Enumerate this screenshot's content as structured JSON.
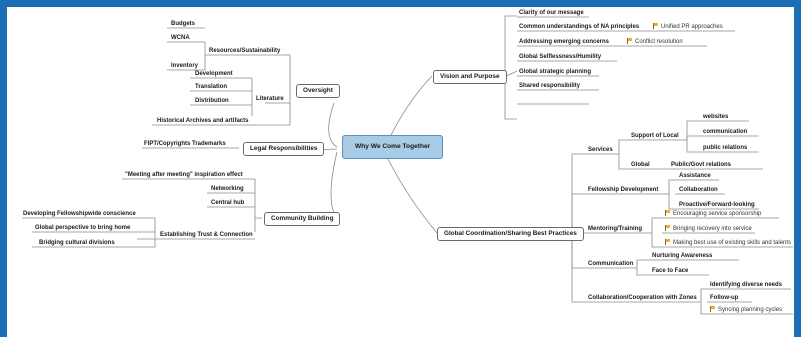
{
  "central": "Why We Come Together",
  "branches": {
    "oversight": {
      "label": "Oversight",
      "resources": {
        "label": "Resources/Sustainability",
        "items": [
          "Budgets",
          "WCNA",
          "Inventory"
        ]
      },
      "literature": {
        "label": "Literature",
        "items": [
          "Development",
          "Translation",
          "Distribution"
        ]
      },
      "archives": "Historical Archives and artifacts"
    },
    "legal": {
      "label": "Legal Responsibilities",
      "items": [
        "FIPT/Copyrights Trademarks"
      ]
    },
    "community": {
      "label": "Community Building",
      "items": [
        "\"Meeting after meeting\" inspiration effect",
        "Networking",
        "Central hub"
      ],
      "trust": {
        "label": "Establishing Trust & Connection",
        "items": [
          "Developing Fellowshipwide conscience",
          "Global perspective to bring home",
          "Bridging cultural divisions"
        ]
      }
    },
    "vision": {
      "label": "Vision and Purpose",
      "items": [
        "Clarity of our message",
        "Common understandings of NA principles",
        "Addressing emerging concerns",
        "Global Selflessness/Humility",
        "Global strategic planning",
        "Shared responsibility"
      ],
      "flags": [
        "Unified PR approaches",
        "Conflict resolution"
      ]
    },
    "global": {
      "label": "Global Coordination/Sharing Best Practices",
      "services": {
        "label": "Services",
        "support": {
          "label": "Support of Local",
          "items": [
            "websites",
            "communication",
            "public relations"
          ]
        },
        "global": {
          "label": "Global",
          "items": [
            "Public/Govt relations"
          ]
        }
      },
      "fellowship": {
        "label": "Fellowship Development",
        "items": [
          "Assistance",
          "Collaboration",
          "Proactive/Forward-looking"
        ]
      },
      "mentoring": {
        "label": "Mentoring/Training",
        "flags": [
          "Encouraging service sponsorship",
          "Bringing recovery into service",
          "Making best use of existing skills and talents"
        ]
      },
      "communication": {
        "label": "Communication",
        "items": [
          "Nurturing Awareness",
          "Face to Face"
        ]
      },
      "collaboration": {
        "label": "Collaboration/Cooperation with Zones",
        "items": [
          "Identifying diverse needs",
          "Follow-up"
        ],
        "flags": [
          "Syncing planning cycles"
        ]
      }
    }
  },
  "colors": {
    "frame": "#1b6db5",
    "central_fill": "#a8cbe6",
    "central_border": "#5c8fbf",
    "line": "#8a8a8a",
    "flag": "#e7b32a"
  },
  "icons": [
    "flag-icon"
  ]
}
